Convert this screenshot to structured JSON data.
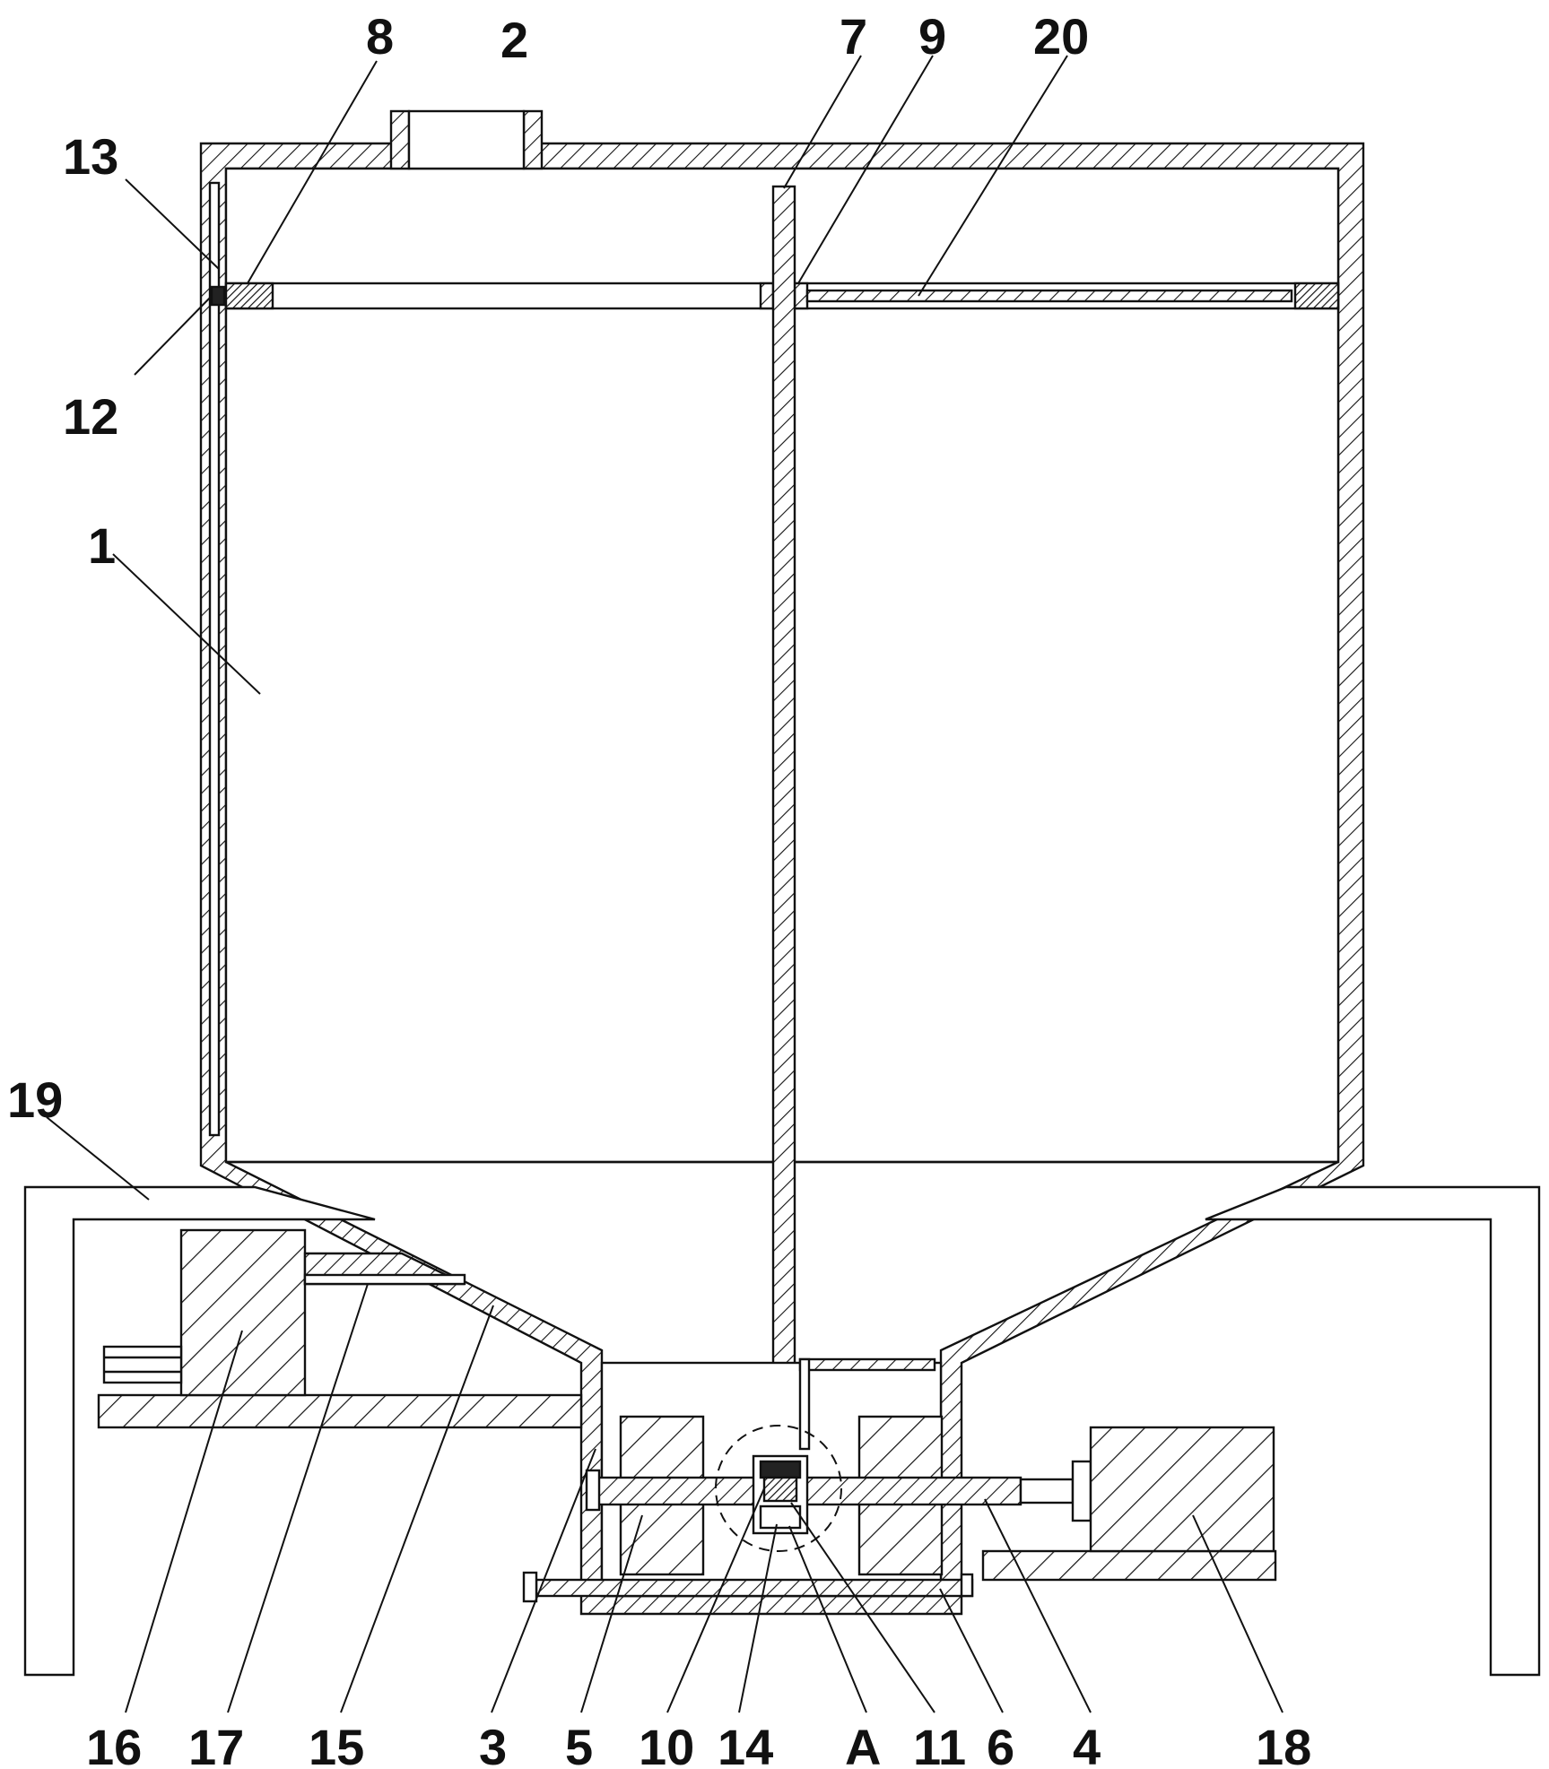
{
  "diagram": {
    "labels": {
      "l1": "1",
      "l2": "2",
      "l3": "3",
      "l4": "4",
      "l5": "5",
      "l6": "6",
      "l7": "7",
      "l8": "8",
      "l9": "9",
      "l10": "10",
      "l11": "11",
      "l12": "12",
      "l13": "13",
      "l14": "14",
      "l15": "15",
      "l16": "16",
      "l17": "17",
      "l18": "18",
      "l19": "19",
      "l20": "20",
      "lA": "A"
    }
  }
}
